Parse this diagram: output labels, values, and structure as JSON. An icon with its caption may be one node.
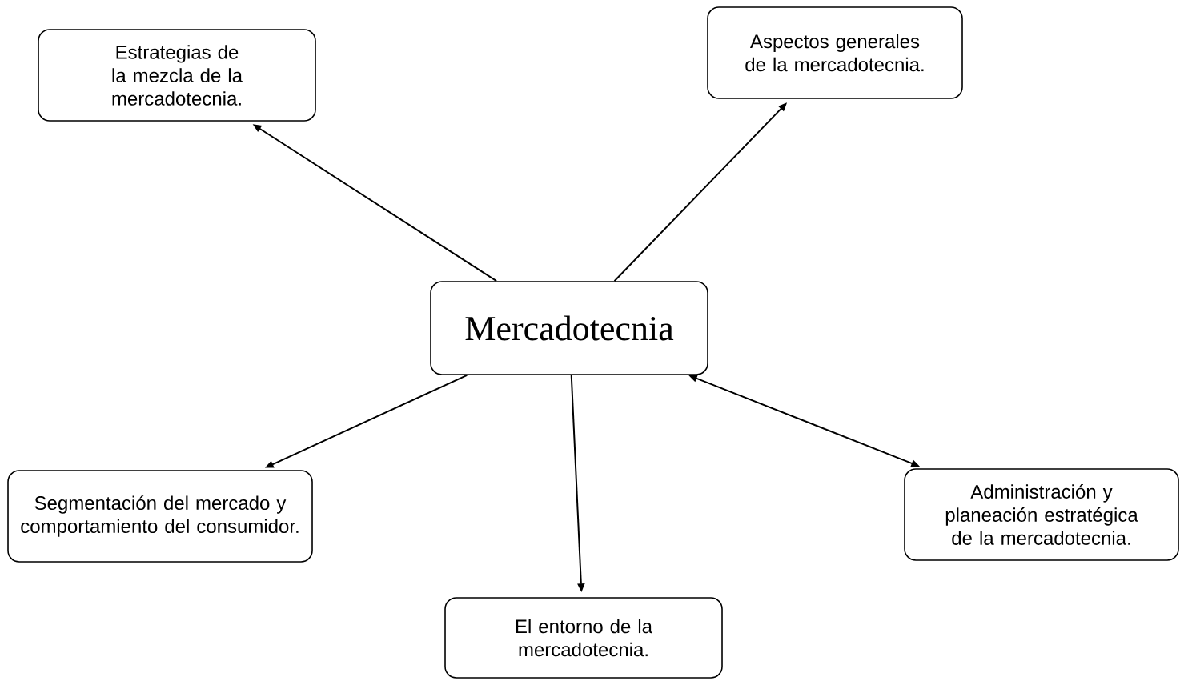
{
  "diagram": {
    "nodes": [
      {
        "text": [
          "Mercadotecnia"
        ]
      },
      {
        "text": [
          "Estrategias de la mezcla de la mercadotecnia."
        ]
      },
      {
        "text": [
          "Aspectos generales de la mercadotecnia."
        ]
      },
      {
        "text": [
          "Segmentación del mercado y comportamiento del consumidor."
        ]
      },
      {
        "text": [
          "El entorno de la mercadotecnia."
        ]
      },
      {
        "text": [
          "Administración y planeación estratégica de la mercadotecnia."
        ]
      }
    ],
    "edges": [
      {
        "from": 0,
        "to": 1,
        "arrow": "to"
      },
      {
        "from": 0,
        "to": 2,
        "arrow": "to"
      },
      {
        "from": 0,
        "to": 3,
        "arrow": "to"
      },
      {
        "from": 0,
        "to": 4,
        "arrow": "to"
      },
      {
        "from": 0,
        "to": 5,
        "arrow": "both"
      }
    ]
  }
}
